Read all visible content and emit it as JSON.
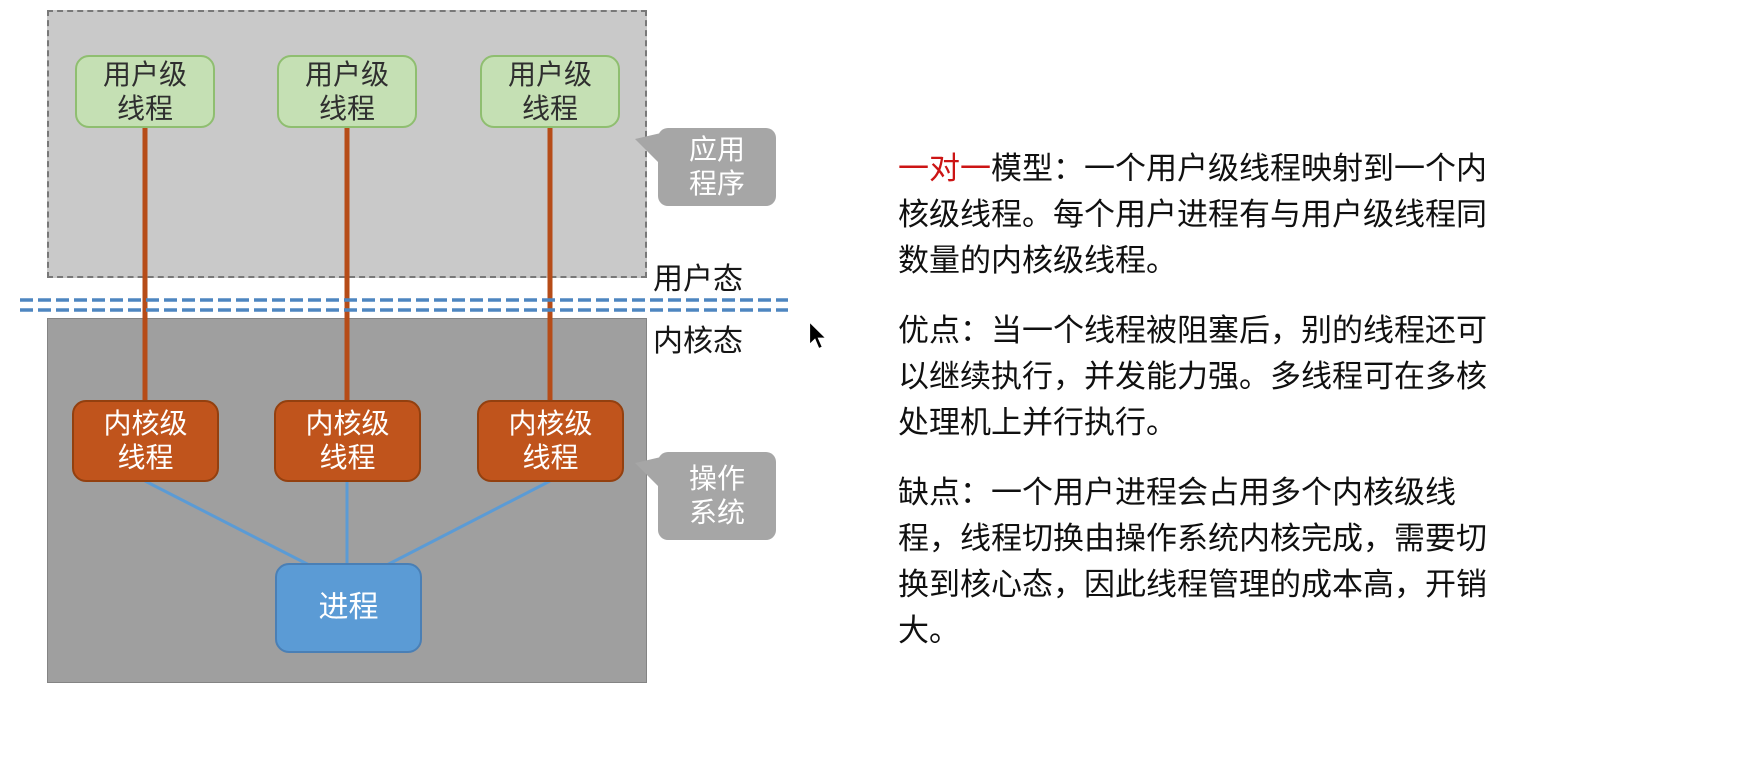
{
  "diagram": {
    "user_threads": [
      "用户级\n线程",
      "用户级\n线程",
      "用户级\n线程"
    ],
    "kernel_threads": [
      "内核级\n线程",
      "内核级\n线程",
      "内核级\n线程"
    ],
    "process": "进程",
    "app_callout": "应用\n程序",
    "os_callout": "操作\n系统",
    "user_mode": "用户态",
    "kernel_mode": "内核态"
  },
  "notes": {
    "model": {
      "highlight": "一对一",
      "text": "模型：一个用户级线程映射到一个内核级线程。每个用户进程有与用户级线程同数量的内核级线程。"
    },
    "pros": "优点：当一个线程被阻塞后，别的线程还可以继续执行，并发能力强。多线程可在多核处理机上并行执行。",
    "cons": "缺点：一个用户进程会占用多个内核级线程，线程切换由操作系统内核完成，需要切换到核心态，因此线程管理的成本高，开销大。"
  },
  "colors": {
    "user_thread_fill": "#c5e0b4",
    "kernel_thread_fill": "#c0541c",
    "process_fill": "#5b9bd5",
    "callout_fill": "#a6a6a6",
    "user_area_fill": "#c9c9c9",
    "kernel_area_fill": "#9f9f9f",
    "user_link": "#b64c18",
    "kernel_link": "#5b9bd5",
    "separator": "#4e86c0",
    "highlight_red": "#cc1414"
  }
}
